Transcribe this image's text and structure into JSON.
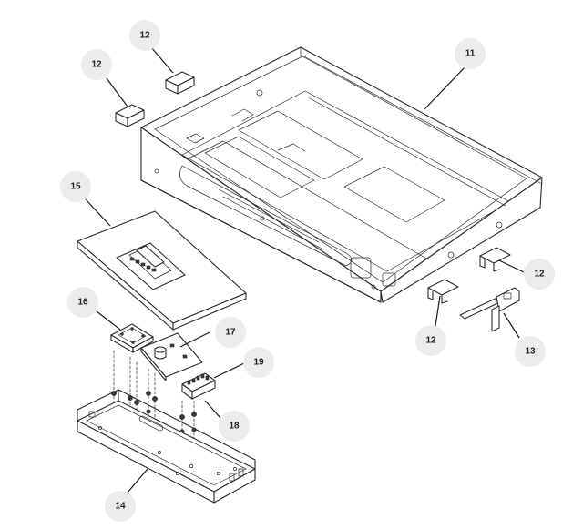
{
  "callouts": [
    {
      "id": "c11",
      "label": "11"
    },
    {
      "id": "c12a",
      "label": "12"
    },
    {
      "id": "c12b",
      "label": "12"
    },
    {
      "id": "c12c",
      "label": "12"
    },
    {
      "id": "c12d",
      "label": "12"
    },
    {
      "id": "c13",
      "label": "13"
    },
    {
      "id": "c14",
      "label": "14"
    },
    {
      "id": "c15",
      "label": "15"
    },
    {
      "id": "c16",
      "label": "16"
    },
    {
      "id": "c17",
      "label": "17"
    },
    {
      "id": "c18",
      "label": "18"
    },
    {
      "id": "c19",
      "label": "19"
    }
  ],
  "colors": {
    "line": "#2a2a2a",
    "bubble": "#ececec",
    "label": "#222222"
  }
}
